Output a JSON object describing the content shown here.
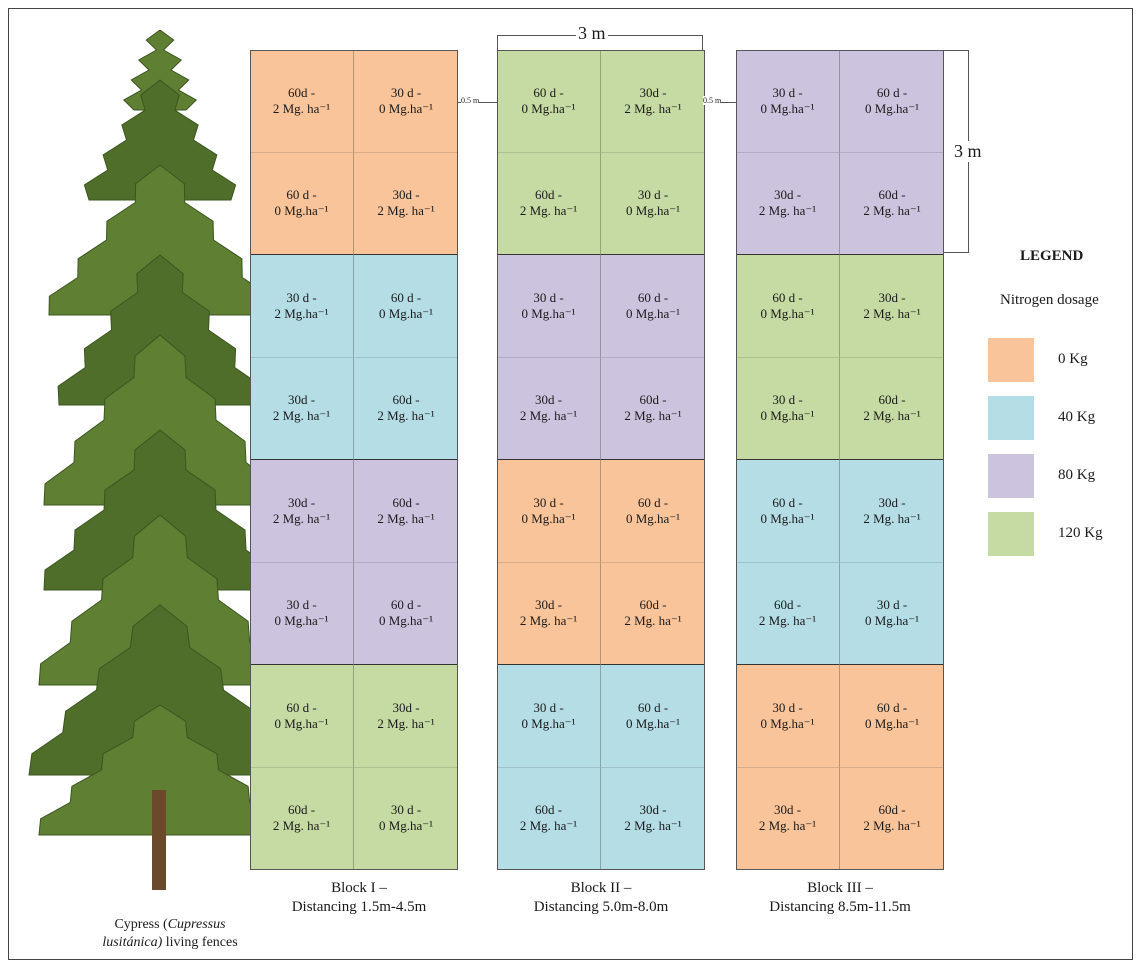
{
  "colors": {
    "0 Kg": "#f9c49a",
    "40 Kg": "#b5dde6",
    "80 Kg": "#ccc4de",
    "120 Kg": "#c6dba3"
  },
  "dimensions": {
    "top_width": "3 m",
    "right_height": "3 m",
    "gap_1": "0.5 m",
    "gap_2": "0.5 m"
  },
  "legend": {
    "title": "LEGEND",
    "subtitle": "Nitrogen dosage",
    "items": [
      {
        "label": "0 Kg",
        "color": "#f9c49a"
      },
      {
        "label": "40 Kg",
        "color": "#b5dde6"
      },
      {
        "label": "80 Kg",
        "color": "#ccc4de"
      },
      {
        "label": "120 Kg",
        "color": "#c6dba3"
      }
    ]
  },
  "tree_caption": {
    "line1_prefix": "Cypress (",
    "line1_italic": "Cupressus",
    "line2_italic": "lusitánica)",
    "line2_suffix": " living fences"
  },
  "blocks": [
    {
      "name": "Block I –",
      "distance": "Distancing 1.5m-4.5m",
      "rows": [
        {
          "dose": "0 Kg",
          "cells": [
            [
              "60d -",
              "2 Mg. ha⁻¹"
            ],
            [
              "30 d -",
              "0 Mg.ha⁻¹"
            ]
          ]
        },
        {
          "dose": "0 Kg",
          "cells": [
            [
              "60 d -",
              "0 Mg.ha⁻¹"
            ],
            [
              "30d -",
              "2 Mg. ha⁻¹"
            ]
          ]
        },
        {
          "dose": "40 Kg",
          "cells": [
            [
              "30 d -",
              "2 Mg.ha⁻¹"
            ],
            [
              "60 d -",
              "0 Mg.ha⁻¹"
            ]
          ]
        },
        {
          "dose": "40 Kg",
          "cells": [
            [
              "30d -",
              "2 Mg. ha⁻¹"
            ],
            [
              "60d -",
              "2 Mg. ha⁻¹"
            ]
          ]
        },
        {
          "dose": "80 Kg",
          "cells": [
            [
              "30d -",
              "2 Mg. ha⁻¹"
            ],
            [
              "60d -",
              "2 Mg. ha⁻¹"
            ]
          ]
        },
        {
          "dose": "80 Kg",
          "cells": [
            [
              "30 d -",
              "0 Mg.ha⁻¹"
            ],
            [
              "60 d -",
              "0 Mg.ha⁻¹"
            ]
          ]
        },
        {
          "dose": "120 Kg",
          "cells": [
            [
              "60 d -",
              "0 Mg.ha⁻¹"
            ],
            [
              "30d -",
              "2 Mg. ha⁻¹"
            ]
          ]
        },
        {
          "dose": "120 Kg",
          "cells": [
            [
              "60d -",
              "2 Mg. ha⁻¹"
            ],
            [
              "30 d -",
              "0 Mg.ha⁻¹"
            ]
          ]
        }
      ]
    },
    {
      "name": "Block II –",
      "distance": "Distancing 5.0m-8.0m",
      "rows": [
        {
          "dose": "120 Kg",
          "cells": [
            [
              "60 d -",
              "0 Mg.ha⁻¹"
            ],
            [
              "30d -",
              "2 Mg. ha⁻¹"
            ]
          ]
        },
        {
          "dose": "120 Kg",
          "cells": [
            [
              "60d -",
              "2 Mg. ha⁻¹"
            ],
            [
              "30 d -",
              "0 Mg.ha⁻¹"
            ]
          ]
        },
        {
          "dose": "80 Kg",
          "cells": [
            [
              "30 d -",
              "0 Mg.ha⁻¹"
            ],
            [
              "60 d -",
              "0 Mg.ha⁻¹"
            ]
          ]
        },
        {
          "dose": "80 Kg",
          "cells": [
            [
              "30d -",
              "2 Mg. ha⁻¹"
            ],
            [
              "60d -",
              "2 Mg. ha⁻¹"
            ]
          ]
        },
        {
          "dose": "0 Kg",
          "cells": [
            [
              "30 d -",
              "0 Mg.ha⁻¹"
            ],
            [
              "60 d -",
              "0 Mg.ha⁻¹"
            ]
          ]
        },
        {
          "dose": "0 Kg",
          "cells": [
            [
              "30d -",
              "2 Mg. ha⁻¹"
            ],
            [
              "60d -",
              "2 Mg. ha⁻¹"
            ]
          ]
        },
        {
          "dose": "40 Kg",
          "cells": [
            [
              "30 d -",
              "0 Mg.ha⁻¹"
            ],
            [
              "60 d -",
              "0 Mg.ha⁻¹"
            ]
          ]
        },
        {
          "dose": "40 Kg",
          "cells": [
            [
              "60d -",
              "2 Mg. ha⁻¹"
            ],
            [
              "30d -",
              "2 Mg. ha⁻¹"
            ]
          ]
        }
      ]
    },
    {
      "name": "Block III –",
      "distance": "Distancing 8.5m-11.5m",
      "rows": [
        {
          "dose": "80 Kg",
          "cells": [
            [
              "30 d -",
              "0 Mg.ha⁻¹"
            ],
            [
              "60 d -",
              "0 Mg.ha⁻¹"
            ]
          ]
        },
        {
          "dose": "80 Kg",
          "cells": [
            [
              "30d -",
              "2 Mg. ha⁻¹"
            ],
            [
              "60d -",
              "2 Mg. ha⁻¹"
            ]
          ]
        },
        {
          "dose": "120 Kg",
          "cells": [
            [
              "60 d -",
              "0 Mg.ha⁻¹"
            ],
            [
              "30d -",
              "2 Mg. ha⁻¹"
            ]
          ]
        },
        {
          "dose": "120 Kg",
          "cells": [
            [
              "30 d -",
              "0 Mg.ha⁻¹"
            ],
            [
              "60d -",
              "2 Mg. ha⁻¹"
            ]
          ]
        },
        {
          "dose": "40 Kg",
          "cells": [
            [
              "60 d -",
              "0 Mg.ha⁻¹"
            ],
            [
              "30d -",
              "2 Mg. ha⁻¹"
            ]
          ]
        },
        {
          "dose": "40 Kg",
          "cells": [
            [
              "60d -",
              "2 Mg. ha⁻¹"
            ],
            [
              "30 d -",
              "0 Mg.ha⁻¹"
            ]
          ]
        },
        {
          "dose": "0 Kg",
          "cells": [
            [
              "30 d -",
              "0 Mg.ha⁻¹"
            ],
            [
              "60 d -",
              "0 Mg.ha⁻¹"
            ]
          ]
        },
        {
          "dose": "0 Kg",
          "cells": [
            [
              "30d -",
              "2 Mg. ha⁻¹"
            ],
            [
              "60d -",
              "2 Mg. ha⁻¹"
            ]
          ]
        }
      ]
    }
  ]
}
